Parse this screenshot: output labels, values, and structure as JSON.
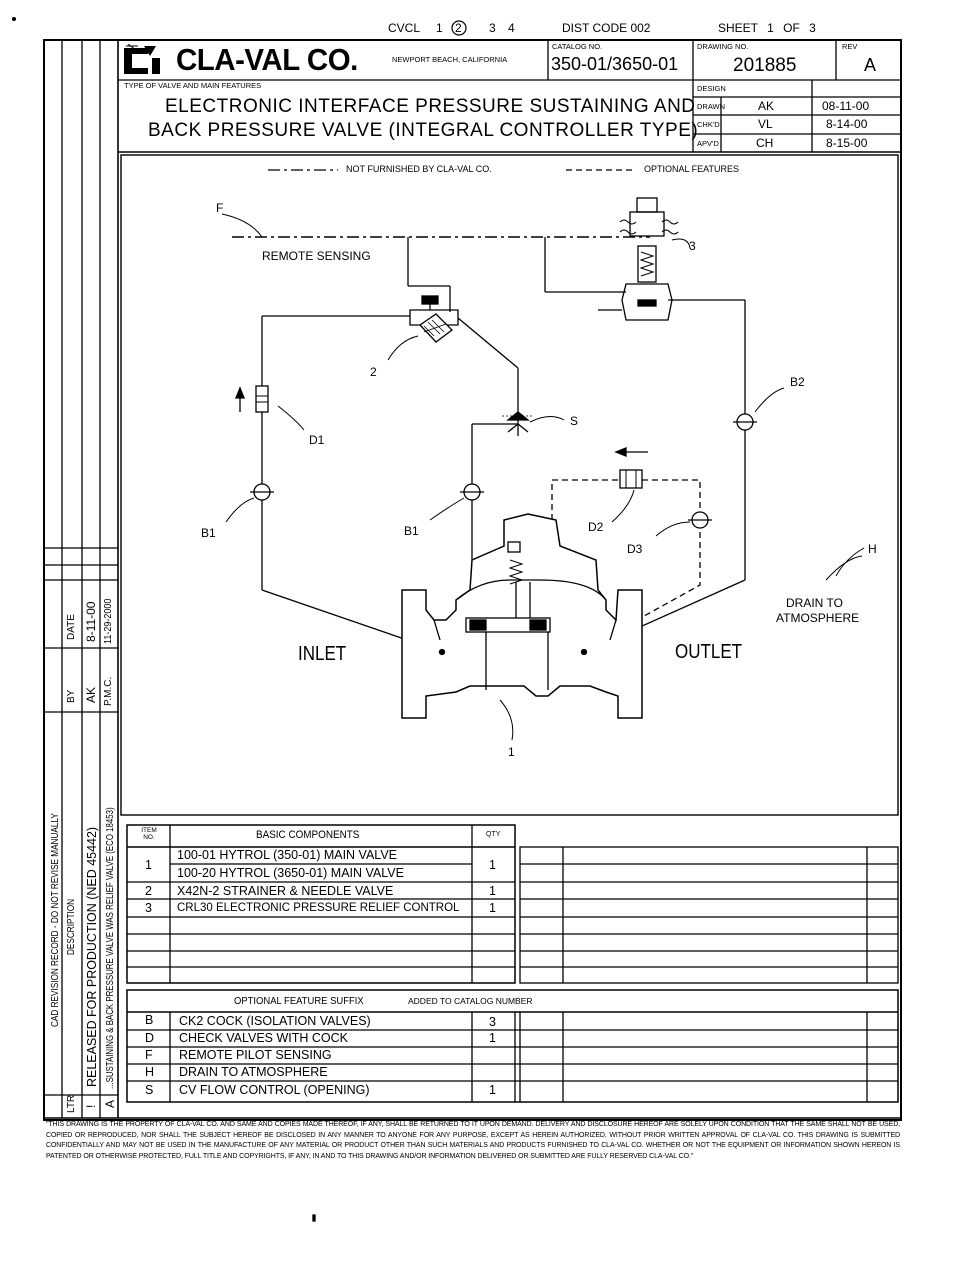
{
  "header_top": {
    "cvcl_label": "CVCL",
    "cvcl_options": [
      "1",
      "2",
      "3",
      "4"
    ],
    "cvcl_selected": "2",
    "dist_code": "DIST CODE 002",
    "sheet": "SHEET 1 OF 3"
  },
  "title_block": {
    "company": "CLA-VAL CO.",
    "location": "NEWPORT BEACH, CALIFORNIA",
    "catalog_label": "CATALOG NO.",
    "catalog_no": "350-01/3650-01",
    "drawing_label": "DRAWING NO.",
    "drawing_no": "201885",
    "rev_label": "REV",
    "rev": "A",
    "type_label": "TYPE OF VALVE AND MAIN FEATURES",
    "title_line1": "ELECTRONIC INTERFACE PRESSURE SUSTAINING AND",
    "title_line2": "BACK PRESSURE VALVE (INTEGRAL CONTROLLER TYPE)",
    "design_label": "DESIGN",
    "drawn_label": "DRAWN",
    "drawn_by": "AK",
    "drawn_date": "08-11-00",
    "chkd_label": "CHK'D",
    "chkd_by": "VL",
    "chkd_date": "8-14-00",
    "apvd_label": "APV'D",
    "apvd_by": "CH",
    "apvd_date": "8-15-00"
  },
  "legend": {
    "not_furnished": "NOT FURNISHED BY CLA-VAL CO.",
    "optional": "OPTIONAL FEATURES"
  },
  "diagram_labels": {
    "f": "F",
    "remote_sensing": "REMOTE SENSING",
    "n3": "3",
    "n2": "2",
    "b2": "B2",
    "s": "S",
    "d1": "D1",
    "b1_left": "B1",
    "b1_mid": "B1",
    "d2": "D2",
    "d3": "D3",
    "h": "H",
    "drain_line1": "DRAIN TO",
    "drain_line2": "ATMOSPHERE",
    "inlet": "INLET",
    "outlet": "OUTLET",
    "n1": "1"
  },
  "basic_components": {
    "item_header": "ITEM NO.",
    "title": "BASIC COMPONENTS",
    "qty_header": "QTY",
    "rows": [
      {
        "item": "1",
        "desc": "100-01 HYTROL (350-01) MAIN VALVE",
        "qty": "1"
      },
      {
        "item": "",
        "desc": "100-20 HYTROL (3650-01) MAIN VALVE",
        "qty": ""
      },
      {
        "item": "2",
        "desc": "X42N-2 STRAINER & NEEDLE VALVE",
        "qty": "1"
      },
      {
        "item": "3",
        "desc": "CRL30 ELECTRONIC PRESSURE RELIEF CONTROL",
        "qty": "1"
      }
    ]
  },
  "optional_features": {
    "title": "OPTIONAL FEATURE SUFFIX",
    "subtitle": "ADDED TO CATALOG NUMBER",
    "rows": [
      {
        "code": "B",
        "desc": "CK2 COCK (ISOLATION VALVES)",
        "qty": "3"
      },
      {
        "code": "D",
        "desc": "CHECK VALVES WITH COCK",
        "qty": "1"
      },
      {
        "code": "F",
        "desc": "REMOTE PILOT SENSING",
        "qty": ""
      },
      {
        "code": "H",
        "desc": "DRAIN TO ATMOSPHERE",
        "qty": ""
      },
      {
        "code": "S",
        "desc": "CV FLOW CONTROL (OPENING)",
        "qty": "1"
      }
    ]
  },
  "revision_record": {
    "title": "CAD REVISION RECORD - DO NOT REVISE MANUALLY",
    "ltr_header": "LTR",
    "desc_header": "DESCRIPTION",
    "by_header": "BY",
    "date_header": "DATE",
    "rows": [
      {
        "ltr": "!",
        "desc": "RELEASED FOR PRODUCTION (NED 45442)",
        "by": "AK",
        "date": "8-11-00"
      },
      {
        "ltr": "A",
        "desc": "...SUSTAINING & BACK PRESSURE VALVE WAS RELIEF VALVE (ECO 18453)",
        "by": "P.M.C.",
        "date": "11-29-2000"
      }
    ]
  },
  "footer_notice": "\"THIS DRAWING IS THE PROPERTY OF CLA-VAL CO. AND SAME AND COPIES MADE THEREOF, IF ANY, SHALL BE RETURNED TO IT UPON DEMAND. DELIVERY AND DISCLOSURE HEREOF ARE SOLELY UPON CONDITION THAT THE SAME SHALL NOT BE USED, COPIED OR REPRODUCED, NOR SHALL THE SUBJECT HEREOF BE DISCLOSED IN ANY MANNER TO ANYONE FOR ANY PURPOSE, EXCEPT AS HEREIN AUTHORIZED, WITHOUT PRIOR WRITTEN APPROVAL OF CLA-VAL CO. THIS DRAWING IS SUBMITTED CONFIDENTIALLY AND MAY NOT BE USED IN THE MANUFACTURE OF ANY MATERIAL OR PRODUCT OTHER THAN SUCH MATERIALS AND PRODUCTS FURNISHED TO CLA-VAL CO. WHETHER OR NOT THE EQUIPMENT OR INFORMATION SHOWN HEREON IS PATENTED OR OTHERWISE PROTECTED, FULL TITLE AND COPYRIGHTS, IF ANY, IN AND TO THIS DRAWING AND/OR INFORMATION DELIVERED OR SUBMITTED ARE FULLY RESERVED CLA-VAL CO.\""
}
